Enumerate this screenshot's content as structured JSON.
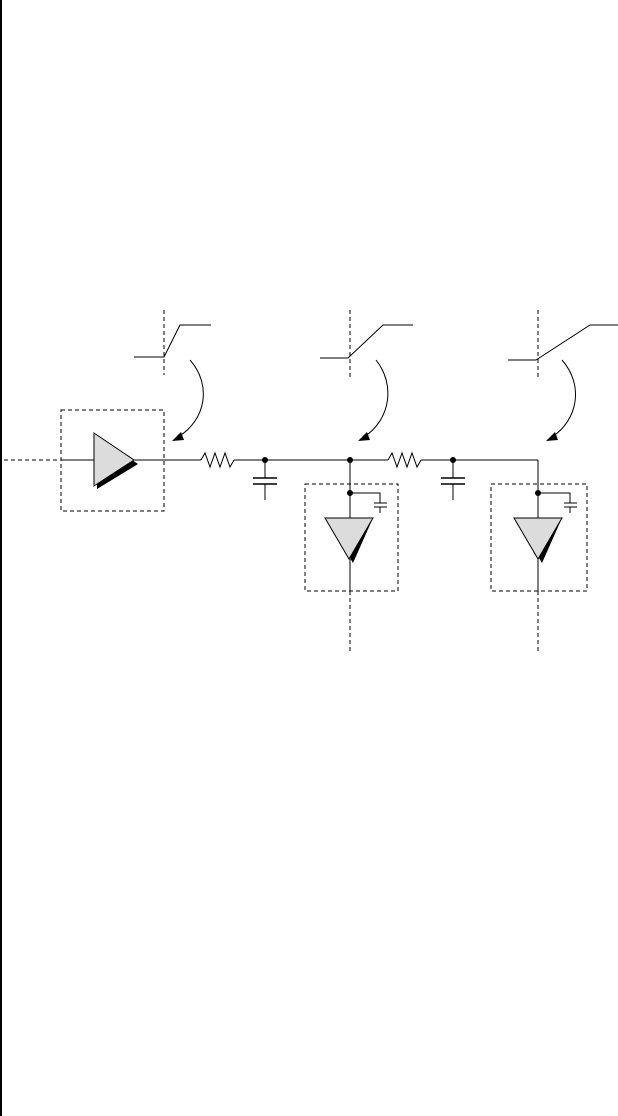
{
  "diagram": {
    "type": "rc-interconnect-schematic",
    "colors": {
      "stroke": "#000000",
      "buffer_fill": "#dcdcdc",
      "shadow": "#000000",
      "background": "#ffffff"
    },
    "components": [
      {
        "id": "driver-buffer",
        "kind": "buffer",
        "orientation": "right"
      },
      {
        "id": "receiver-buffer-1",
        "kind": "buffer",
        "orientation": "down"
      },
      {
        "id": "receiver-buffer-2",
        "kind": "buffer",
        "orientation": "down"
      },
      {
        "id": "resistor-1",
        "kind": "resistor"
      },
      {
        "id": "resistor-2",
        "kind": "resistor"
      },
      {
        "id": "capacitor-1",
        "kind": "capacitor"
      },
      {
        "id": "capacitor-2",
        "kind": "capacitor"
      },
      {
        "id": "load-capacitor-1",
        "kind": "capacitor"
      },
      {
        "id": "load-capacitor-2",
        "kind": "capacitor"
      }
    ],
    "waveforms": [
      {
        "id": "waveform-driver",
        "shape": "step",
        "rise": "sharp"
      },
      {
        "id": "waveform-node-1",
        "shape": "ramp",
        "rise": "medium"
      },
      {
        "id": "waveform-node-2",
        "shape": "ramp",
        "rise": "slow"
      }
    ]
  }
}
